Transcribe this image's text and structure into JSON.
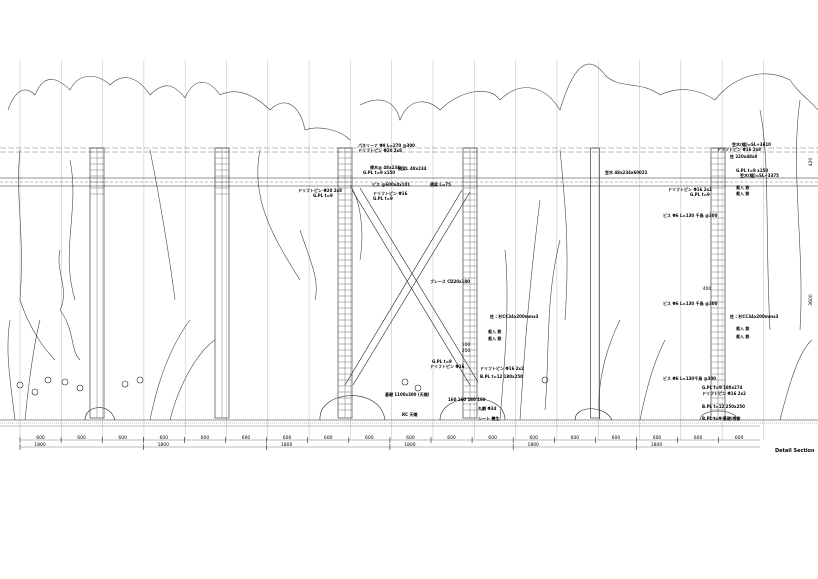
{
  "drawing": {
    "title": "Detail Section",
    "dimensions_minor": [
      "600",
      "600",
      "600",
      "600",
      "600",
      "600",
      "600",
      "600",
      "600",
      "600",
      "600",
      "600",
      "600",
      "600",
      "600",
      "600",
      "600",
      "600"
    ],
    "dimensions_major": [
      "1800",
      "1800",
      "1800",
      "1800",
      "1800",
      "1800"
    ],
    "height_dims": [
      "3600",
      "420",
      "100",
      "250",
      "400"
    ],
    "labels_upper": [
      {
        "text": "パネリーナ Φ9 L=270 @300"
      },
      {
        "text": "ドリフトピン Φ20 2x8"
      },
      {
        "text": "棟木@ 48x234"
      },
      {
        "text": "G.PL t=9 x150"
      },
      {
        "text": "横梁L 48x234"
      },
      {
        "text": "ビス @600x4x101"
      },
      {
        "text": "ドリフトピン Φ20 2x8"
      },
      {
        "text": "G.PL t=9"
      },
      {
        "text": "ドリフトピン Φ16"
      },
      {
        "text": "G.PL t=9"
      },
      {
        "text": "横梁 L=75"
      }
    ],
    "labels_right": [
      {
        "text": "笠木(幅)=SL+3610"
      },
      {
        "text": "ドリフトピン Φ16 2x8"
      },
      {
        "text": "柱 220x48x8"
      },
      {
        "text": "G.PL t=9 x150"
      },
      {
        "text": "笠木 48x234x60021"
      },
      {
        "text": "笠木(幅)=SL+3375"
      },
      {
        "text": "ドリフトピン Φ16 2x2"
      },
      {
        "text": "G.PL t=9"
      },
      {
        "text": "差入 鉄"
      },
      {
        "text": "差入 鉄"
      },
      {
        "text": "ビス Φ6 L=130 千鳥 @300"
      },
      {
        "text": "ビス Φ6 L=130 千鳥 @300"
      },
      {
        "text": "柱 : 杉CC34x200mmx3"
      },
      {
        "text": "差入 鉄"
      },
      {
        "text": "差入 鉄"
      },
      {
        "text": "ビス Φ6 L=130千鳥 @300"
      },
      {
        "text": "G.PL t=9 180x274"
      },
      {
        "text": "ドリフトピン Φ16 2x2"
      },
      {
        "text": "B.PL t=12 250x250"
      },
      {
        "text": "B.PL t=9 基礎/根巻"
      }
    ],
    "labels_center": [
      {
        "text": "ブレース CD20x180"
      },
      {
        "text": "柱 : 杉CC34x200mmx3"
      },
      {
        "text": "差入 鉄"
      },
      {
        "text": "差入 鉄"
      },
      {
        "text": "G.PL t=9"
      },
      {
        "text": "ドリフトピン Φ16"
      },
      {
        "text": "ドリフトピン Φ16 2x2"
      },
      {
        "text": "B.PL t=12 180x250"
      },
      {
        "text": "基礎 1100x300 (天端)"
      },
      {
        "text": "160 160 160 160"
      },
      {
        "text": "丸鋼 Φ34"
      },
      {
        "text": "RC 天端"
      },
      {
        "text": "シート 養生"
      }
    ]
  }
}
